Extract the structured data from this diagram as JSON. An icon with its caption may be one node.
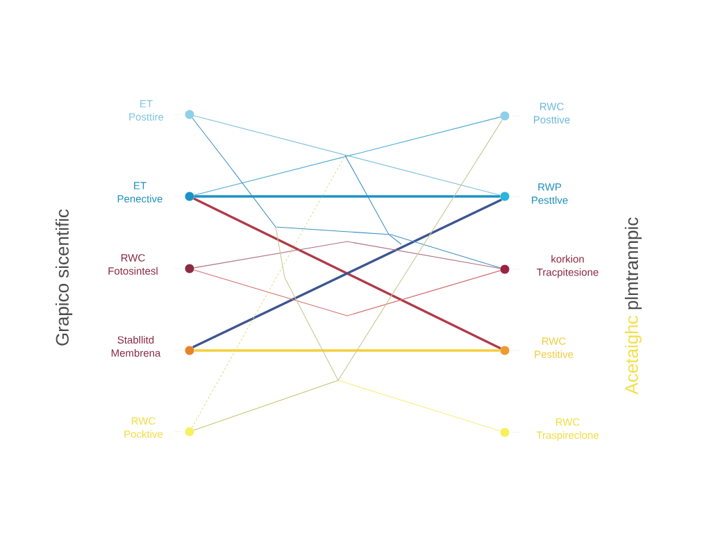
{
  "diagram": {
    "nodes": [
      {
        "text": [
          "ET Posttire"
        ]
      },
      {
        "text": [
          "ET Penective"
        ]
      },
      {
        "text": [
          "RWC Fotosintesl"
        ]
      },
      {
        "text": [
          "Stabllitd Membrena"
        ]
      },
      {
        "text": [
          "RWC Pocktive"
        ]
      },
      {
        "text": [
          "RWC Posttive"
        ]
      },
      {
        "text": [
          "RWP Pesttlve"
        ]
      },
      {
        "text": [
          "korkion Tracpitesione"
        ]
      },
      {
        "text": [
          "RWC Pestitive"
        ]
      },
      {
        "text": [
          "RWC Traspireclone"
        ]
      }
    ],
    "edges": [
      {
        "from": 0,
        "to": 6,
        "arrow": "none",
        "color": "#7bbfdc"
      },
      {
        "from": 1,
        "to": 5,
        "arrow": "none",
        "color": "#4aaad4"
      },
      {
        "from": 1,
        "to": 6,
        "arrow": "none",
        "style": "thick",
        "color": "#1a93c4"
      },
      {
        "from": 1,
        "to": 8,
        "arrow": "none",
        "style": "thick",
        "color": "#b03a48"
      },
      {
        "from": 3,
        "to": 6,
        "arrow": "none",
        "style": "thick",
        "color": "#3d5590"
      },
      {
        "from": 3,
        "to": 8,
        "arrow": "none",
        "style": "thick",
        "color": "#f5cf3a"
      },
      {
        "from": 2,
        "to": 7,
        "arrow": "none",
        "color": "#b07080"
      },
      {
        "from": 2,
        "to": 7,
        "arrow": "none",
        "color": "#d46a6a"
      },
      {
        "from": 0,
        "to": 7,
        "arrow": "none",
        "color": "#3d8fc0"
      },
      {
        "from": 4,
        "to": 9,
        "arrow": "none",
        "color": "#f6ee80"
      },
      {
        "from": 5,
        "to": 4,
        "arrow": "none",
        "color": "#c8c890"
      },
      {
        "from": 4,
        "to": null,
        "arrow": "none",
        "style": "dashed",
        "color": "#d6dd80"
      }
    ],
    "labels": [
      "Grapico sicentific",
      "Acetaighc",
      "plmtrannpic"
    ]
  }
}
